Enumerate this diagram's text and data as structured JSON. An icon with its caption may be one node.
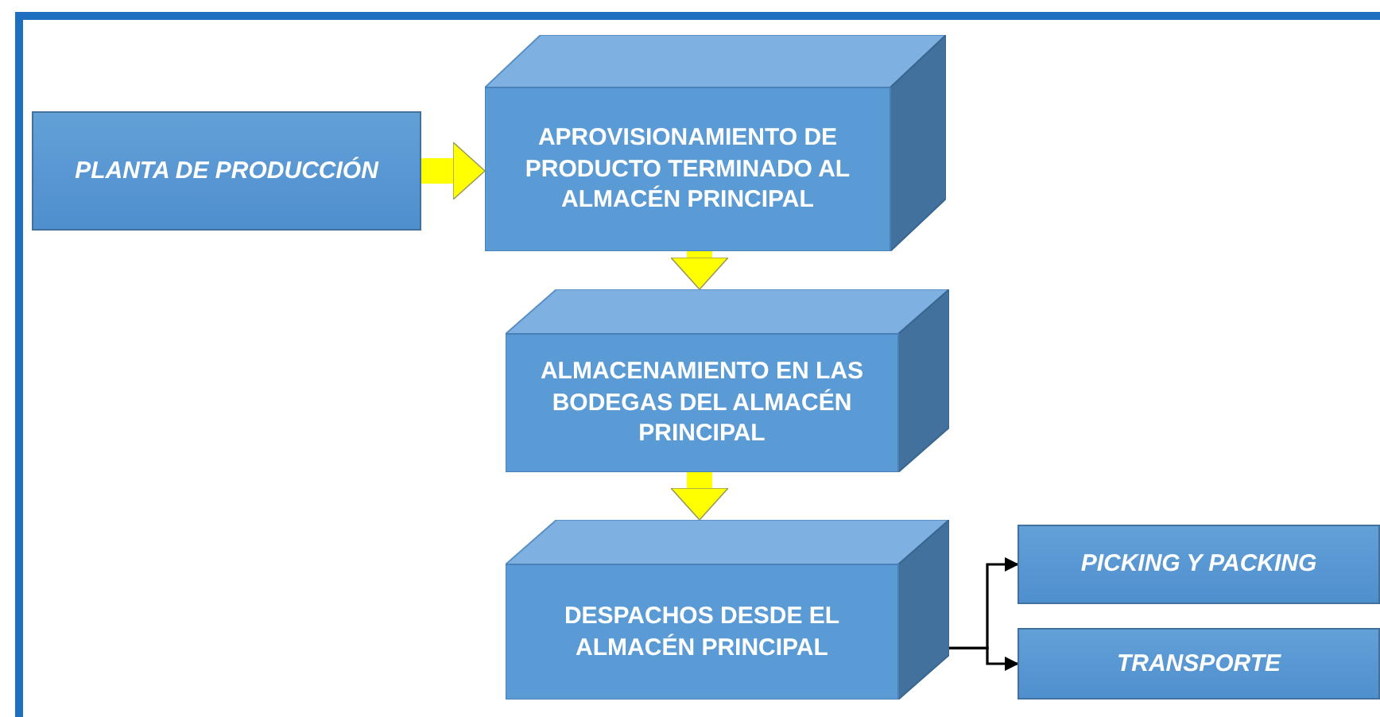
{
  "diagram": {
    "nodes": [
      {
        "text": [
          "PLANTA DE PRODUCCIÓN"
        ]
      },
      {
        "text": [
          "APROVISIONAMIENTO DE PRODUCTO TERMINADO AL ALMACÉN PRINCIPAL"
        ]
      },
      {
        "text": [
          "ALMACENAMIENTO EN LAS BODEGAS DEL ALMACÉN PRINCIPAL"
        ]
      },
      {
        "text": [
          "DESPACHOS DESDE EL ALMACÉN PRINCIPAL"
        ]
      },
      {
        "text": [
          "PICKING Y PACKING"
        ]
      },
      {
        "text": [
          "TRANSPORTE"
        ]
      }
    ],
    "edges": [
      {
        "from": 0,
        "to": 1,
        "arrow": "to"
      },
      {
        "from": 1,
        "to": 2,
        "arrow": "to"
      },
      {
        "from": 2,
        "to": 3,
        "arrow": "to"
      },
      {
        "from": 3,
        "to": 4,
        "arrow": "to",
        "color": "#000000"
      },
      {
        "from": 3,
        "to": 5,
        "arrow": "to",
        "color": "#000000"
      }
    ]
  }
}
